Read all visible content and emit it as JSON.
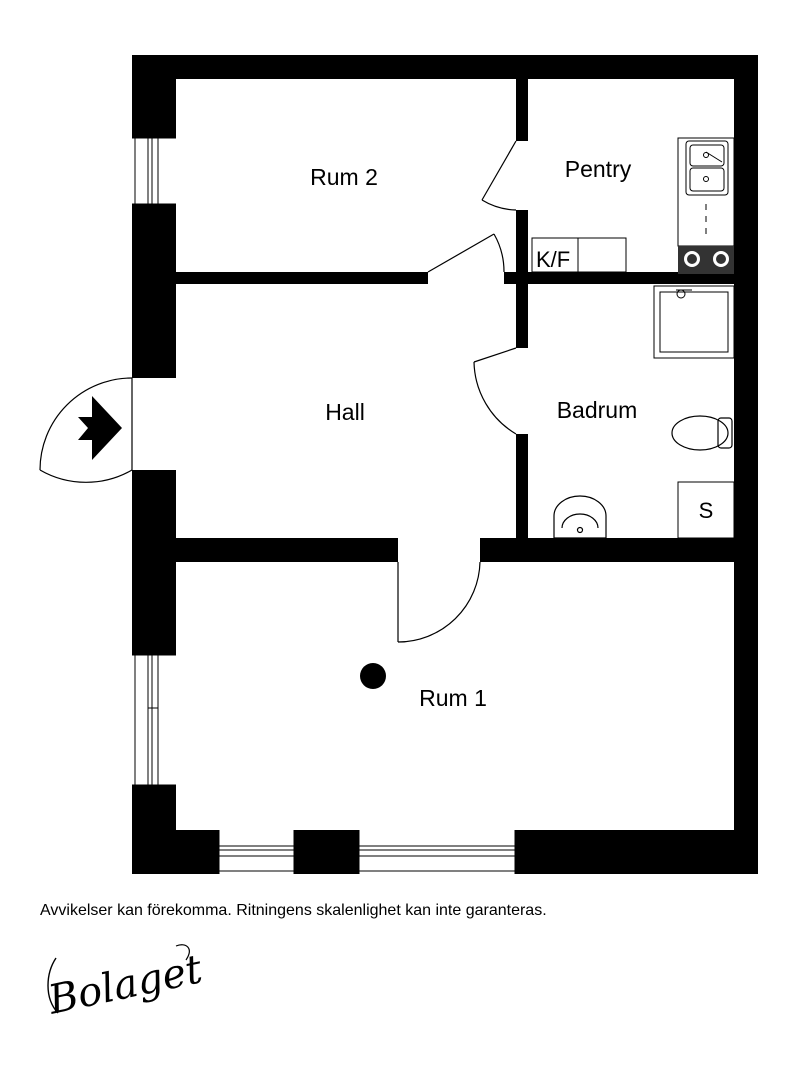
{
  "rooms": {
    "rum2": "Rum 2",
    "pentry": "Pentry",
    "hall": "Hall",
    "badrum": "Badrum",
    "rum1": "Rum 1"
  },
  "fixtures": {
    "fridge_freezer": "K/F",
    "storage": "S"
  },
  "disclaimer": "Avvikelser kan förekomma. Ritningens skalenlighet kan inte garanteras.",
  "brand": "Bolaget",
  "colors": {
    "wall": "#000000",
    "background": "#ffffff"
  }
}
